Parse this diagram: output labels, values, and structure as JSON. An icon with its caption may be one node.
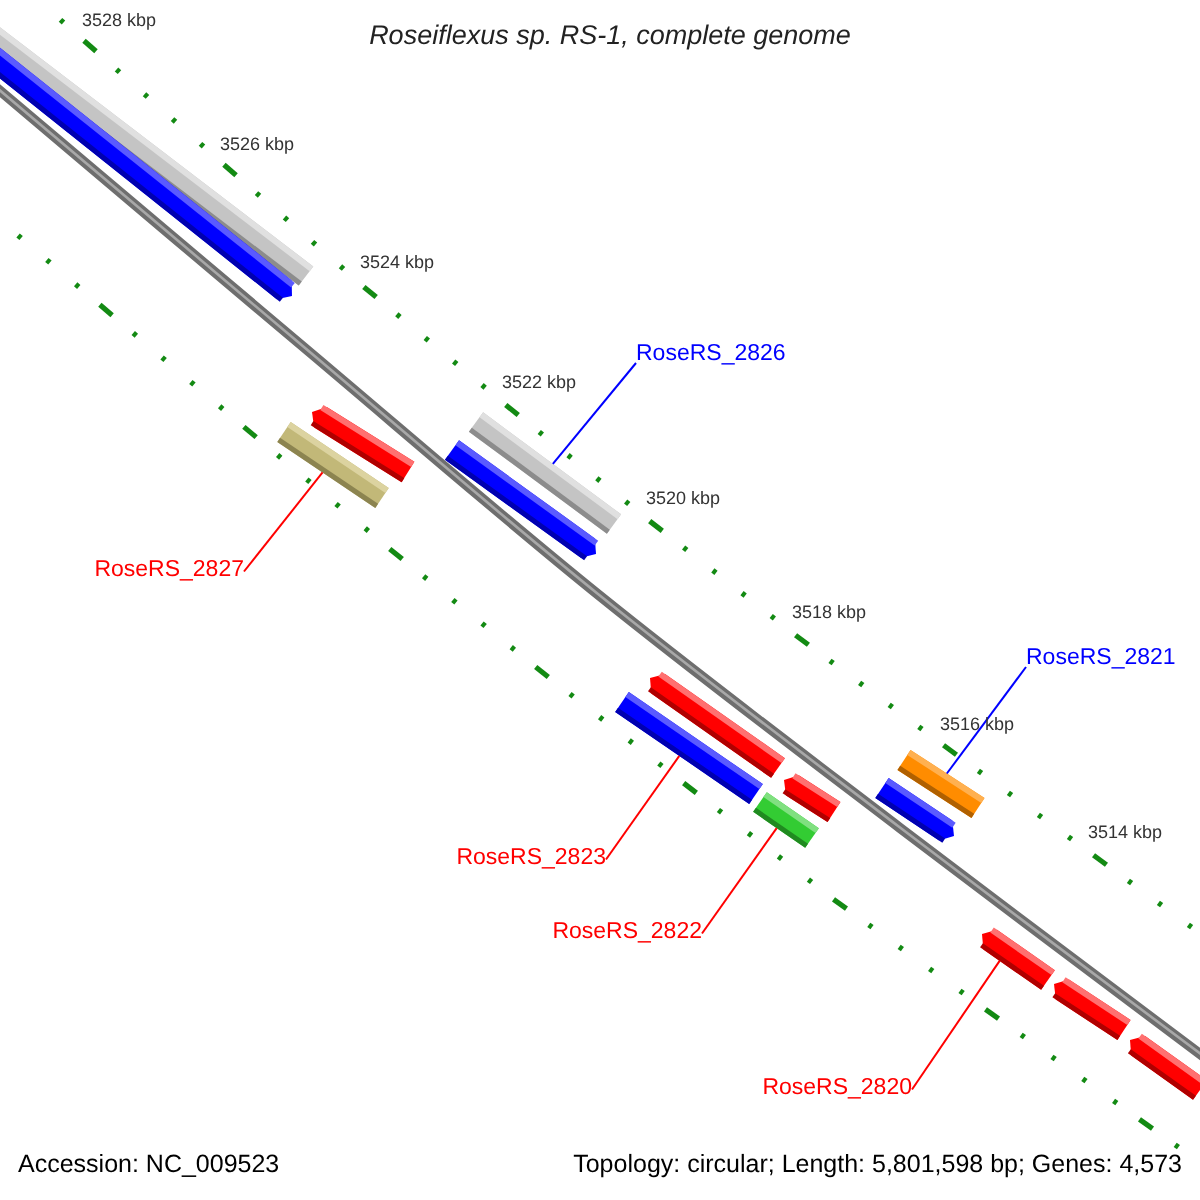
{
  "diagram": {
    "title": "Roseiflexus sp. RS-1, complete genome",
    "nodes": [
      {
        "text": [],
        "shape": "bar"
      },
      {
        "text": [],
        "shape": "bar"
      },
      {
        "text": [
          "RoseRS_2826"
        ]
      },
      {
        "text": [],
        "shape": "bar"
      },
      {
        "text": [],
        "shape": "bar"
      },
      {
        "text": [],
        "shape": "bar"
      },
      {
        "text": [],
        "shape": "bar"
      },
      {
        "text": [
          "RoseRS_2827"
        ]
      },
      {
        "text": [
          "RoseRS_2821"
        ]
      },
      {
        "text": [],
        "shape": "bar"
      },
      {
        "text": [],
        "shape": "bar"
      },
      {
        "text": [],
        "shape": "bar"
      },
      {
        "text": [],
        "shape": "bar"
      },
      {
        "text": [],
        "shape": "bar"
      },
      {
        "text": [],
        "shape": "bar"
      },
      {
        "text": [
          "RoseRS_2823"
        ]
      },
      {
        "text": [
          "RoseRS_2822"
        ]
      },
      {
        "text": [],
        "shape": "bar"
      },
      {
        "text": [],
        "shape": "bar"
      },
      {
        "text": [],
        "shape": "bar"
      },
      {
        "text": [
          "RoseRS_2820"
        ]
      }
    ],
    "edges": [
      {
        "from": 2,
        "to": 5,
        "arrow": "none",
        "color": "#0000ff"
      },
      {
        "from": 7,
        "to": 4,
        "arrow": "none"
      },
      {
        "from": 8,
        "to": 11,
        "arrow": "none",
        "color": "#0000ff"
      },
      {
        "from": 15,
        "to": 10,
        "arrow": "none"
      },
      {
        "from": 16,
        "to": 14,
        "arrow": "none"
      },
      {
        "from": 20,
        "to": 17,
        "arrow": "none"
      }
    ],
    "labels": [
      "3528 kbp",
      "3526 kbp",
      "3524 kbp",
      "3522 kbp",
      "3520 kbp",
      "3518 kbp",
      "3516 kbp",
      "3514 kbp",
      "Accession: NC_009523",
      "Topology: circular; Length: 5,801,598 bp; Genes: 4,573"
    ]
  }
}
